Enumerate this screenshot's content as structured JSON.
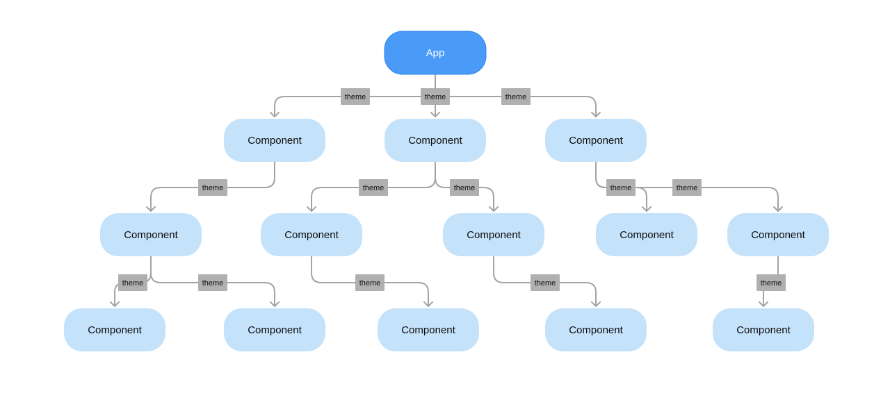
{
  "diagram": {
    "colors": {
      "root_fill": "#4a9bf8",
      "root_stroke": "#2f86ea",
      "root_text": "#ffffff",
      "node_fill": "#c5e2fb",
      "node_text": "#0b0b0b",
      "edge_stroke": "#a3a3a3",
      "edge_label_fill": "#b0b0b0",
      "edge_label_text": "#111111"
    },
    "nodes": [
      {
        "id": "app",
        "label": "App",
        "kind": "root"
      },
      {
        "id": "c1",
        "label": "Component",
        "kind": "component"
      },
      {
        "id": "c2",
        "label": "Component",
        "kind": "component"
      },
      {
        "id": "c3",
        "label": "Component",
        "kind": "component"
      },
      {
        "id": "c11",
        "label": "Component",
        "kind": "component"
      },
      {
        "id": "c21",
        "label": "Component",
        "kind": "component"
      },
      {
        "id": "c22",
        "label": "Component",
        "kind": "component"
      },
      {
        "id": "c31",
        "label": "Component",
        "kind": "component"
      },
      {
        "id": "c32",
        "label": "Component",
        "kind": "component"
      },
      {
        "id": "c111",
        "label": "Component",
        "kind": "component"
      },
      {
        "id": "c112",
        "label": "Component",
        "kind": "component"
      },
      {
        "id": "c211",
        "label": "Component",
        "kind": "component"
      },
      {
        "id": "c221",
        "label": "Component",
        "kind": "component"
      },
      {
        "id": "c321",
        "label": "Component",
        "kind": "component"
      }
    ],
    "edges": [
      {
        "from": "app",
        "to": "c1",
        "label": "theme"
      },
      {
        "from": "app",
        "to": "c2",
        "label": "theme"
      },
      {
        "from": "app",
        "to": "c3",
        "label": "theme"
      },
      {
        "from": "c1",
        "to": "c11",
        "label": "theme"
      },
      {
        "from": "c2",
        "to": "c21",
        "label": "theme"
      },
      {
        "from": "c2",
        "to": "c22",
        "label": "theme"
      },
      {
        "from": "c3",
        "to": "c31",
        "label": "theme"
      },
      {
        "from": "c3",
        "to": "c32",
        "label": "theme"
      },
      {
        "from": "c11",
        "to": "c111",
        "label": "theme"
      },
      {
        "from": "c11",
        "to": "c112",
        "label": "theme"
      },
      {
        "from": "c21",
        "to": "c211",
        "label": "theme"
      },
      {
        "from": "c22",
        "to": "c221",
        "label": "theme"
      },
      {
        "from": "c32",
        "to": "c321",
        "label": "theme"
      }
    ]
  }
}
